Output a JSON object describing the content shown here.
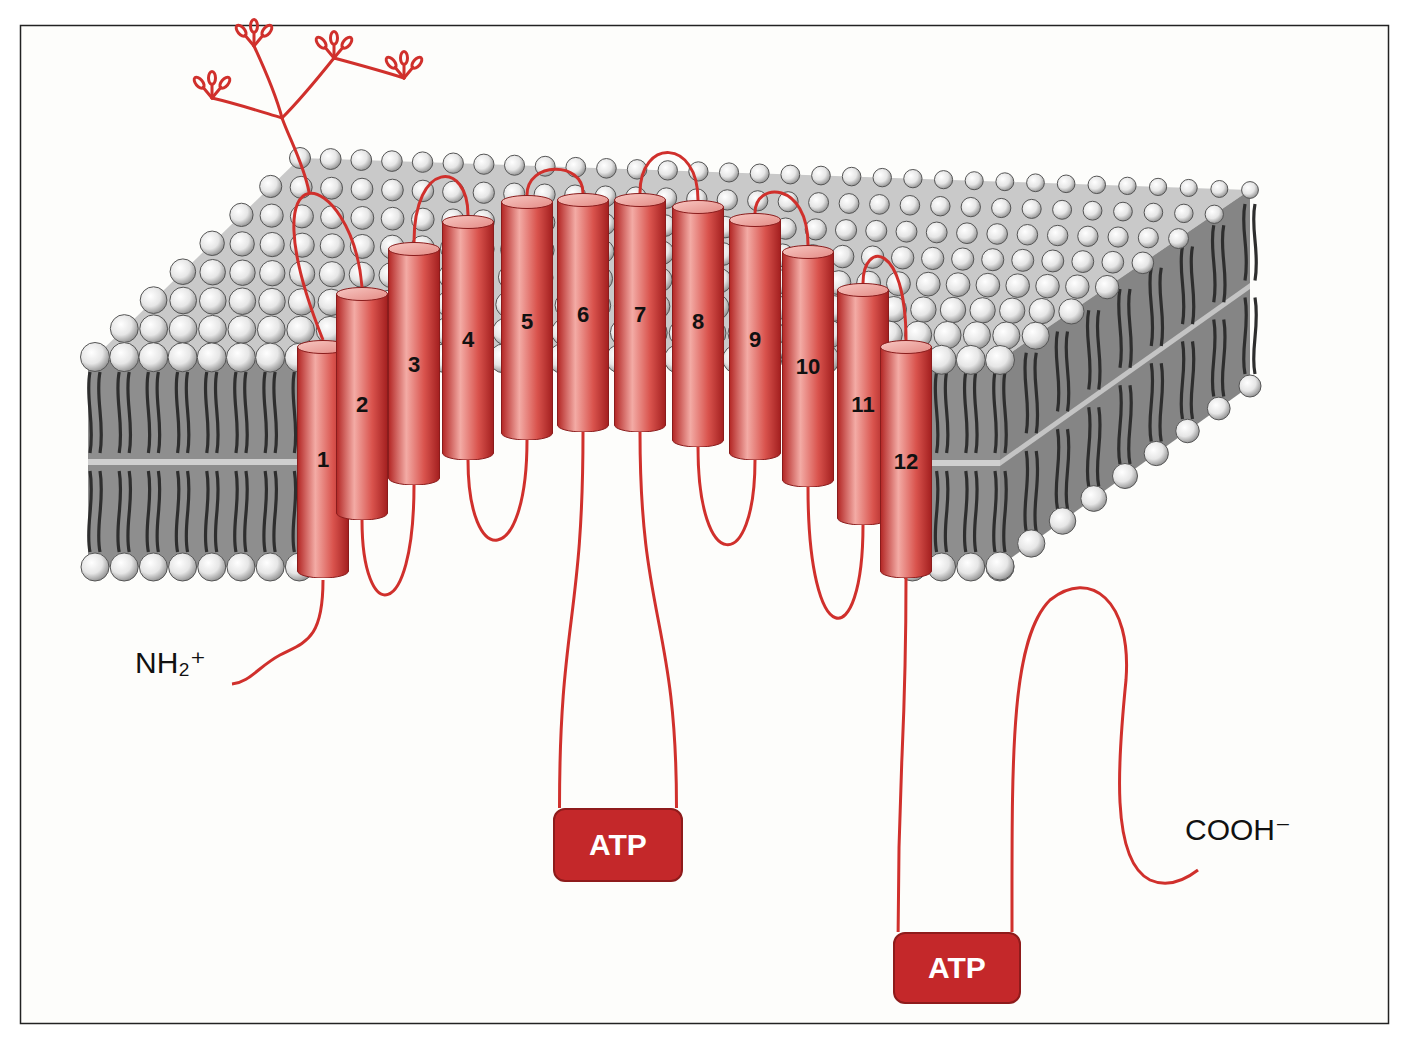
{
  "diagram": {
    "nodes": [
      {
        "text": [
          "1"
        ]
      },
      {
        "text": [
          "2"
        ]
      },
      {
        "text": [
          "3"
        ]
      },
      {
        "text": [
          "4"
        ]
      },
      {
        "text": [
          "5"
        ]
      },
      {
        "text": [
          "6"
        ]
      },
      {
        "text": [
          "7"
        ]
      },
      {
        "text": [
          "8"
        ]
      },
      {
        "text": [
          "9"
        ]
      },
      {
        "text": [
          "10"
        ]
      },
      {
        "text": [
          "11"
        ]
      },
      {
        "text": [
          "12"
        ]
      },
      {
        "text": [
          "ATP"
        ]
      },
      {
        "text": [
          "ATP"
        ]
      }
    ],
    "edges": [
      {
        "from": 0,
        "to": 1,
        "arrow": "none"
      },
      {
        "from": 1,
        "to": 2,
        "arrow": "none"
      },
      {
        "from": 2,
        "to": 3,
        "arrow": "none"
      },
      {
        "from": 3,
        "to": 4,
        "arrow": "none"
      },
      {
        "from": 4,
        "to": 5,
        "arrow": "none"
      },
      {
        "from": 5,
        "to": 12,
        "arrow": "none"
      },
      {
        "from": 12,
        "to": 6,
        "arrow": "none"
      },
      {
        "from": 6,
        "to": 7,
        "arrow": "none"
      },
      {
        "from": 7,
        "to": 8,
        "arrow": "none"
      },
      {
        "from": 8,
        "to": 9,
        "arrow": "none"
      },
      {
        "from": 9,
        "to": 10,
        "arrow": "none"
      },
      {
        "from": 10,
        "to": 11,
        "arrow": "none"
      },
      {
        "from": 11,
        "to": 13,
        "arrow": "none"
      }
    ],
    "labels": [
      "NH₂⁺",
      "COOH⁻"
    ]
  }
}
